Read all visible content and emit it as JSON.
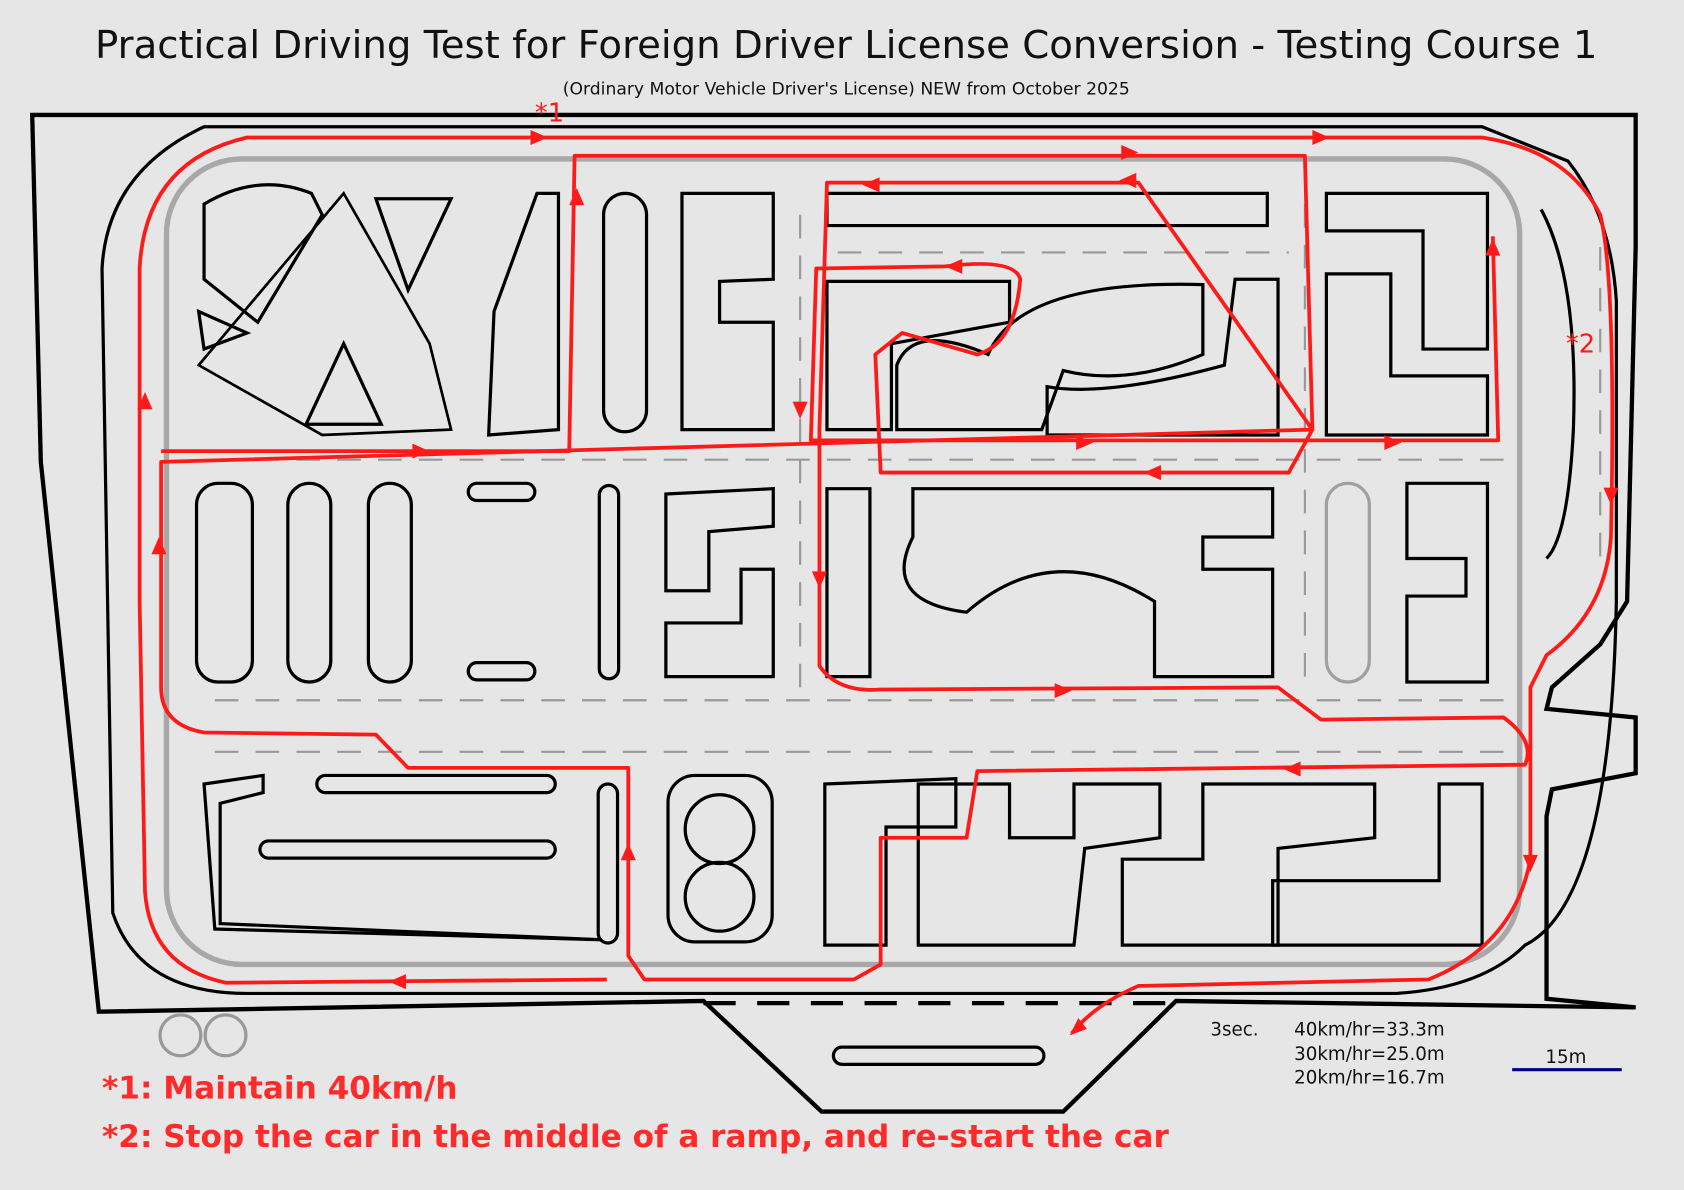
{
  "title": "Practical Driving Test for Foreign Driver License Conversion - Testing Course 1",
  "subtitle": "(Ordinary Motor Vehicle Driver's License) NEW from October 2025",
  "markers": {
    "m1": "*1",
    "m2": "*2"
  },
  "notes": {
    "note1": "*1: Maintain 40km/h",
    "note2": "*2: Stop the car in the middle of a ramp, and re-start the car"
  },
  "stopping_distance": {
    "label": "3sec.",
    "rows": [
      "40km/hr=33.3m",
      "30km/hr=25.0m",
      "20km/hr=16.7m"
    ]
  },
  "scale": {
    "label": "15m",
    "color": "#000080"
  },
  "colors": {
    "route": "#ff1a1a",
    "outline": "#000000",
    "road_edge": "#a0a0a0",
    "background": "#e6e6e6"
  }
}
